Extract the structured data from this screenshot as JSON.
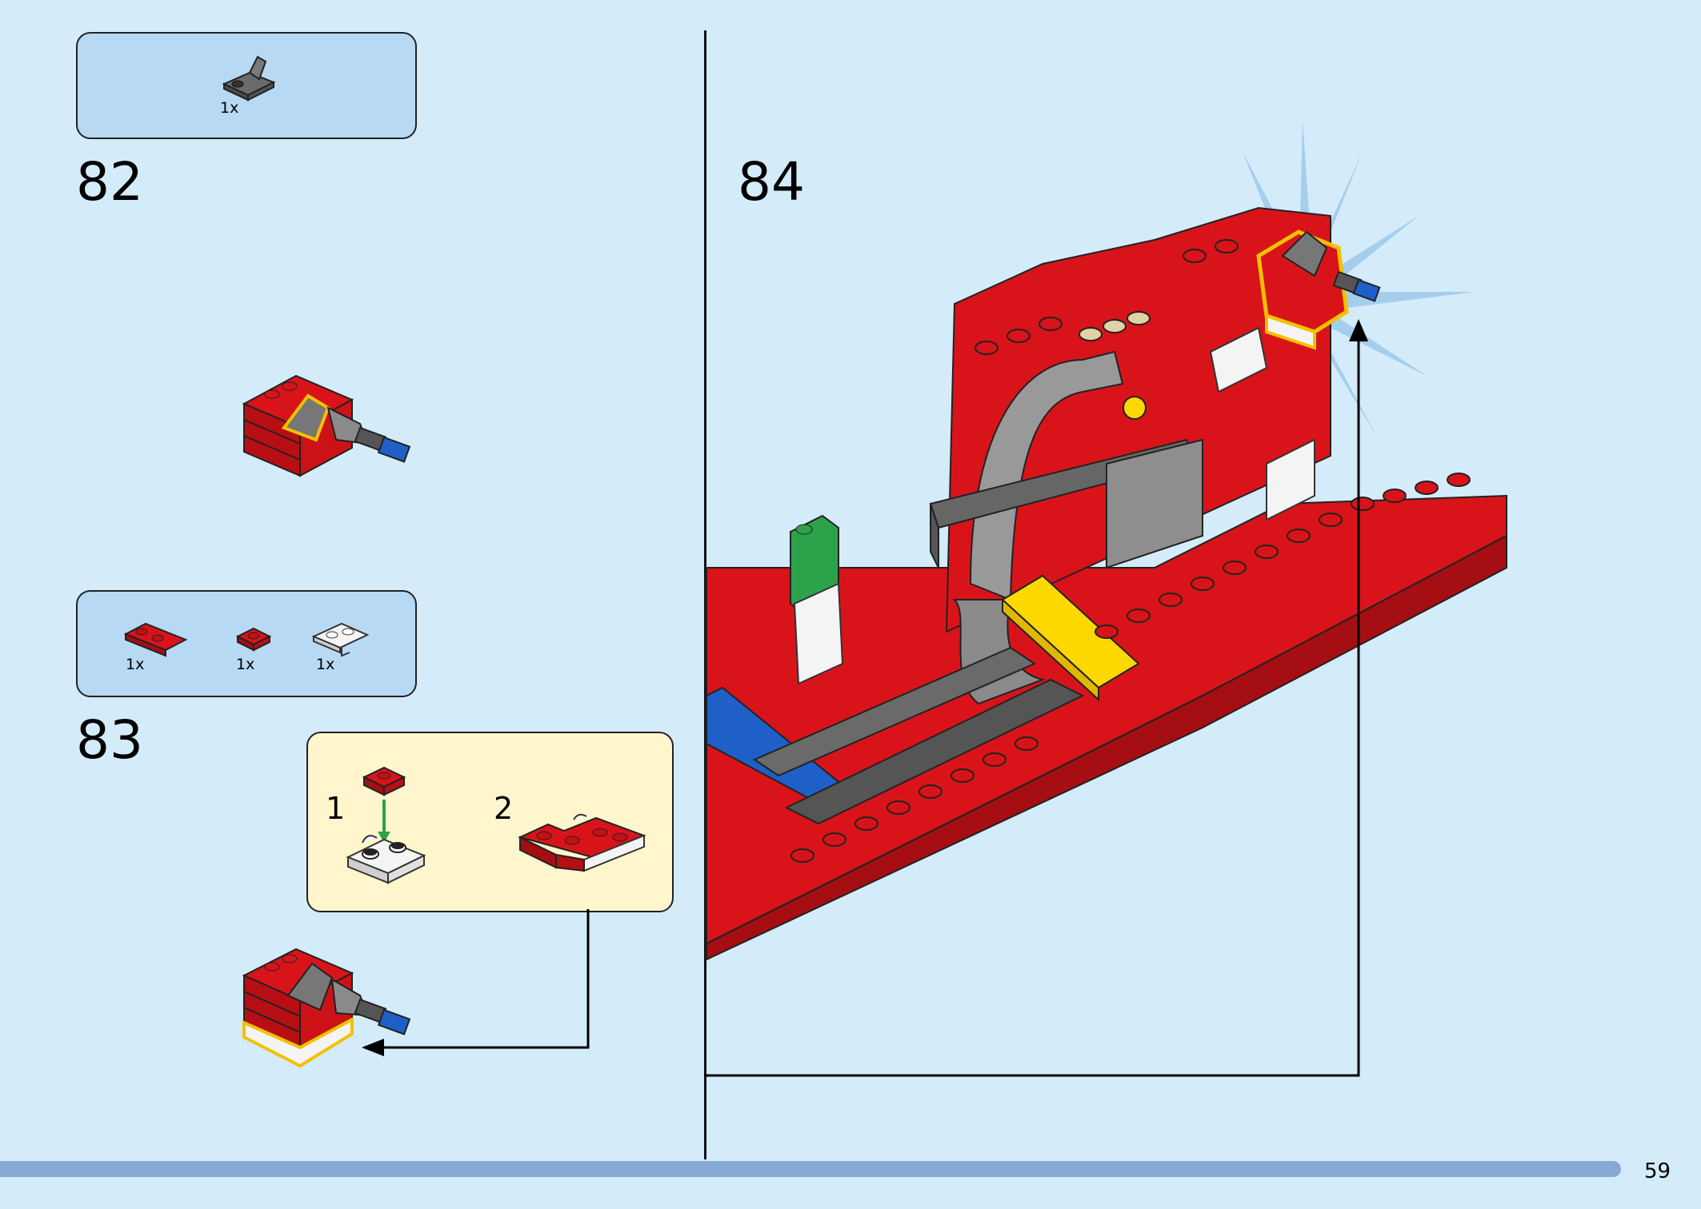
{
  "steps": [
    {
      "number": "82",
      "parts": [
        {
          "count": "1x",
          "icon": "dark-gray-bracket-plate-icon"
        }
      ]
    },
    {
      "number": "83",
      "parts": [
        {
          "count": "1x",
          "icon": "red-corner-plate-icon"
        },
        {
          "count": "1x",
          "icon": "red-1x1-plate-icon"
        },
        {
          "count": "1x",
          "icon": "white-clip-plate-icon"
        }
      ],
      "substeps": [
        {
          "number": "1"
        },
        {
          "number": "2"
        }
      ]
    },
    {
      "number": "84"
    }
  ],
  "page_number": "59",
  "colors": {
    "background": "#d4ebfa",
    "parts_box": "#b7d9f4",
    "substep_box": "#fff6cd",
    "brick_red": "#d8141a",
    "highlight": "#f2c100",
    "progress_bar": "#86a9d6"
  }
}
